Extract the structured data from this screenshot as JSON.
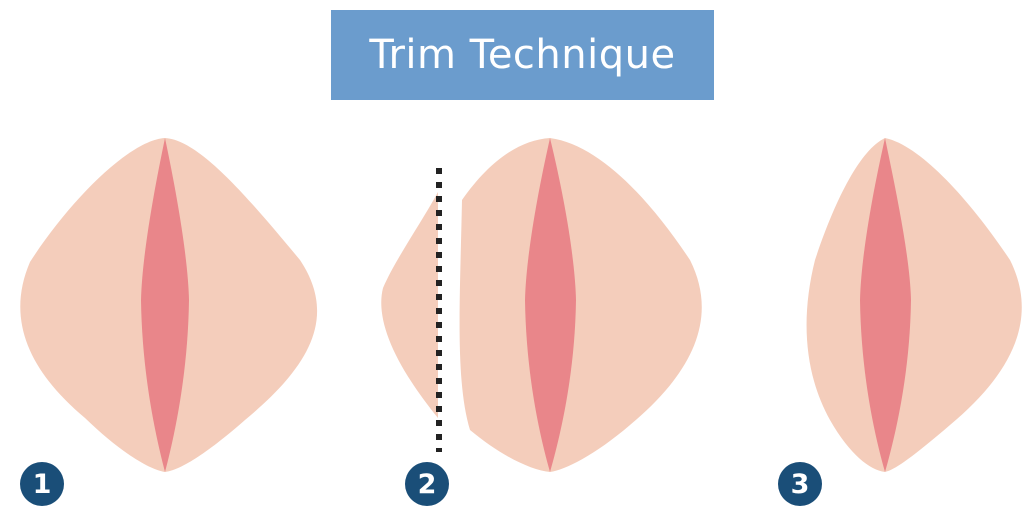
{
  "title": "Trim Technique",
  "steps": [
    {
      "number": "1"
    },
    {
      "number": "2"
    },
    {
      "number": "3"
    }
  ],
  "colors": {
    "banner": "#6b9ccd",
    "title_text": "#ffffff",
    "skin": "#f4cdbb",
    "inner": "#e9868a",
    "trim_line": "#222222",
    "badge": "#1a4e78"
  }
}
